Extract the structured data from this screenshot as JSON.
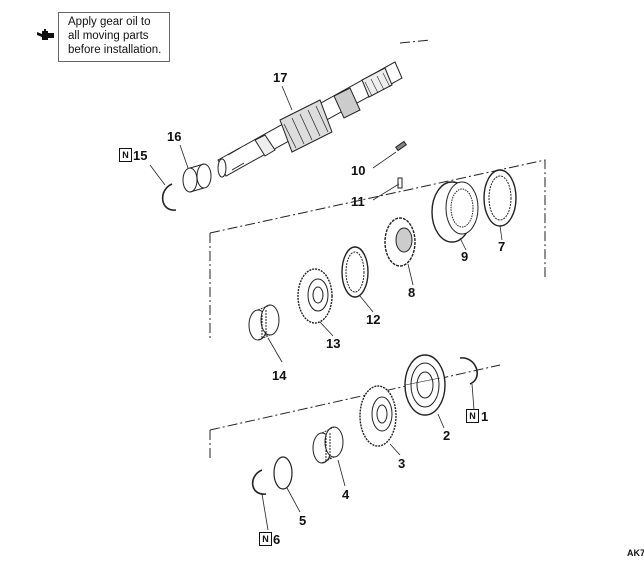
{
  "note": {
    "icon": "oil-can-icon",
    "lines": [
      "Apply gear oil to",
      "all moving parts",
      "before installation."
    ]
  },
  "parts": {
    "p1": "1",
    "p2": "2",
    "p3": "3",
    "p4": "4",
    "p5": "5",
    "p6": "6",
    "p7": "7",
    "p8": "8",
    "p9": "9",
    "p10": "10",
    "p11": "11",
    "p12": "12",
    "p13": "13",
    "p14": "14",
    "p15": "15",
    "p16": "16",
    "p17": "17"
  },
  "badge_letter": "N",
  "figure_code": "AK7"
}
